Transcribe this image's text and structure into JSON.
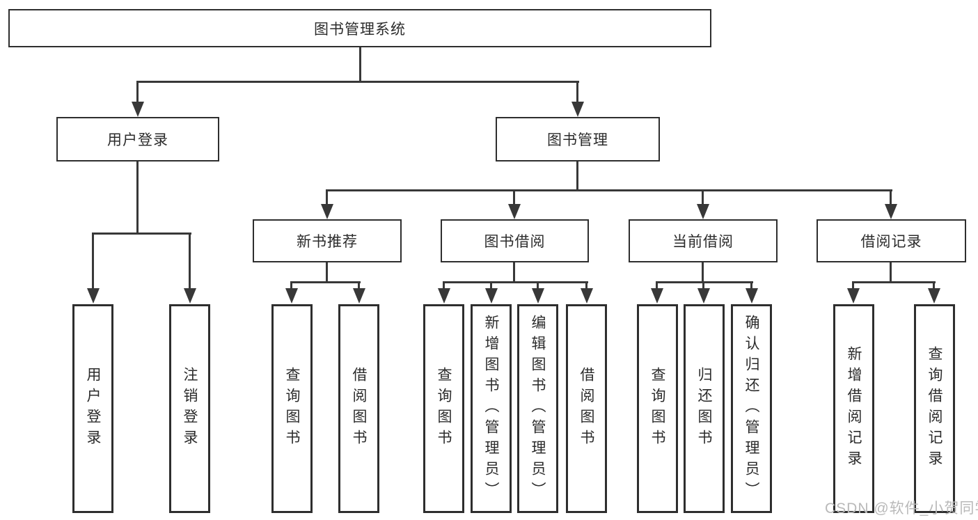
{
  "diagram": {
    "title_node": {
      "label": "图书管理系统"
    },
    "level2": [
      {
        "label": "用户登录"
      },
      {
        "label": "图书管理"
      }
    ],
    "level3": [
      {
        "label": "新书推荐"
      },
      {
        "label": "图书借阅"
      },
      {
        "label": "当前借阅"
      },
      {
        "label": "借阅记录"
      }
    ],
    "leaves": [
      {
        "label": "用户登录"
      },
      {
        "label": "注销登录"
      },
      {
        "label": "查询图书"
      },
      {
        "label": "借阅图书"
      },
      {
        "label": "查询图书"
      },
      {
        "label": "新增图书（管理员）"
      },
      {
        "label": "编辑图书（管理员）"
      },
      {
        "label": "借阅图书"
      },
      {
        "label": "查询图书"
      },
      {
        "label": "归还图书"
      },
      {
        "label": "确认归还（管理员）"
      },
      {
        "label": "新增借阅记录"
      },
      {
        "label": "查询借阅记录"
      }
    ],
    "watermark": "CSDN @软件_小贺同学",
    "colors": {
      "line": "#383838",
      "border": "#2e2e2e",
      "text": "#2b2b2b",
      "watermark": "#b9b9b9",
      "background": "#ffffff"
    }
  }
}
